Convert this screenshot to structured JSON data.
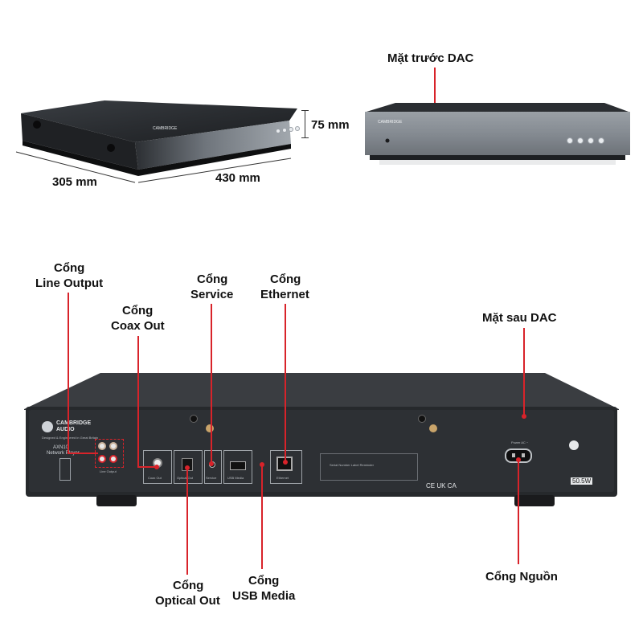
{
  "brand": "CAMBRIDGE",
  "brand_audio": "AUDIO",
  "dimensions": {
    "height": "75 mm",
    "depth": "305 mm",
    "width": "430 mm"
  },
  "labels": {
    "front": "Mặt trước DAC",
    "rear": "Mặt sau DAC",
    "line_output": [
      "Cổng",
      "Line Output"
    ],
    "coax_out": [
      "Cổng",
      "Coax Out"
    ],
    "service": [
      "Cổng",
      "Service"
    ],
    "ethernet": [
      "Cổng",
      "Ethernet"
    ],
    "optical_out": [
      "Cổng",
      "Optical Out"
    ],
    "usb_media": [
      "Cổng",
      "USB Media"
    ],
    "power": "Cổng Nguồn"
  },
  "rear_panel": {
    "model": "AXN10",
    "model_desc": "Network Player",
    "tagline": "Designed & Engineered in Great Britain",
    "port_labels": {
      "line_output": "Line Output",
      "coax_out": "Coax Out",
      "optical_out": "Optical Out",
      "service": "Service",
      "usb_media": "USB Media",
      "ethernet": "Ethernet"
    },
    "power_label": "Power AC ~",
    "serial_label": "Serial Number Label Reminder",
    "cert_marks": "CE UK CA",
    "sticker": "50.5W"
  },
  "colors": {
    "accent_red": "#d8232a",
    "chassis_dark": "#2a2d31",
    "chassis_silver": "#8e949b"
  }
}
